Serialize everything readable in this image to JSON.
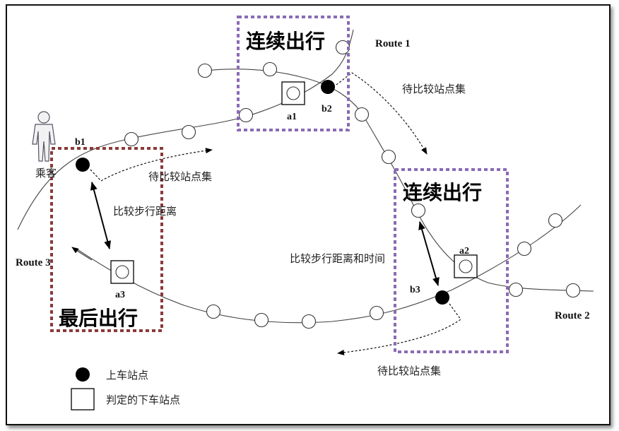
{
  "routes": {
    "route1": "Route 1",
    "route2": "Route 2",
    "route3": "Route 3"
  },
  "nodes": {
    "a1": "a1",
    "a2": "a2",
    "a3": "a3",
    "b1": "b1",
    "b2": "b2",
    "b3": "b3"
  },
  "passenger_label": "乘客",
  "annotations": {
    "candidate_set_top": "待比较站点集",
    "candidate_set_left": "待比较站点集",
    "candidate_set_bottom": "待比较站点集",
    "compare_walk_distance": "比较步行距离",
    "compare_walk_distance_time": "比较步行距离和时间"
  },
  "boxes": {
    "consecutive_trip_1": "连续出行",
    "consecutive_trip_2": "连续出行",
    "last_trip": "最后出行"
  },
  "legend": {
    "boarding_stop": "上车站点",
    "alighting_stop": "判定的下车站点"
  },
  "colors": {
    "consecutive_box": "#8a6bb5",
    "last_box": "#8b3a3a"
  }
}
